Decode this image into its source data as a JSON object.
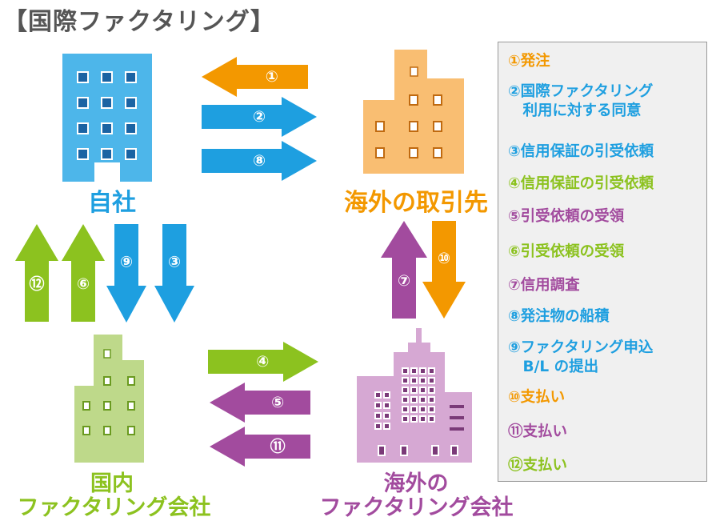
{
  "title": "【国際ファクタリング】",
  "colors": {
    "orange": "#f39800",
    "blue": "#1e9fe0",
    "green": "#8cc21f",
    "purple": "#a24b9e",
    "own_building": "#4db6ea",
    "overseas_client_building": "#f9be72",
    "domestic_factor_building": "#bed98a",
    "overseas_factor_building": "#d6a8d3"
  },
  "entities": {
    "own_company": "自社",
    "overseas_client": "海外の取引先",
    "domestic_factor_line1": "国内",
    "domestic_factor_line2": "ファクタリング会社",
    "overseas_factor_line1": "海外の",
    "overseas_factor_line2": "ファクタリング会社"
  },
  "flows": [
    {
      "num": "①",
      "color": "orange",
      "from": "海外の取引先",
      "to": "自社"
    },
    {
      "num": "②",
      "color": "blue",
      "from": "自社",
      "to": "海外の取引先"
    },
    {
      "num": "⑧",
      "color": "blue",
      "from": "自社",
      "to": "海外の取引先"
    },
    {
      "num": "⑫",
      "color": "green",
      "from": "国内ファクタリング会社",
      "to": "自社"
    },
    {
      "num": "⑥",
      "color": "green",
      "from": "国内ファクタリング会社",
      "to": "自社"
    },
    {
      "num": "⑨",
      "color": "blue",
      "from": "自社",
      "to": "国内ファクタリング会社"
    },
    {
      "num": "③",
      "color": "blue",
      "from": "自社",
      "to": "国内ファクタリング会社"
    },
    {
      "num": "⑦",
      "color": "purple",
      "from": "海外のファクタリング会社",
      "to": "海外の取引先"
    },
    {
      "num": "⑩",
      "color": "orange",
      "from": "海外の取引先",
      "to": "海外のファクタリング会社"
    },
    {
      "num": "④",
      "color": "green",
      "from": "国内ファクタリング会社",
      "to": "海外のファクタリング会社"
    },
    {
      "num": "⑤",
      "color": "purple",
      "from": "海外のファクタリング会社",
      "to": "国内ファクタリング会社"
    },
    {
      "num": "⑪",
      "color": "purple",
      "from": "海外のファクタリング会社",
      "to": "国内ファクタリング会社"
    }
  ],
  "legend": [
    {
      "lines": [
        "①発注"
      ],
      "color": "#f39800"
    },
    {
      "lines": [
        "②国際ファクタリング",
        "　利用に対する同意"
      ],
      "color": "#1e9fe0"
    },
    {
      "lines": [
        "③信用保証の引受依頼"
      ],
      "color": "#1e9fe0"
    },
    {
      "lines": [
        "④信用保証の引受依頼"
      ],
      "color": "#8cc21f"
    },
    {
      "lines": [
        "⑤引受依頼の受領"
      ],
      "color": "#a24b9e"
    },
    {
      "lines": [
        "⑥引受依頼の受領"
      ],
      "color": "#8cc21f"
    },
    {
      "lines": [
        "⑦信用調査"
      ],
      "color": "#a24b9e"
    },
    {
      "lines": [
        "⑧発注物の船積"
      ],
      "color": "#1e9fe0"
    },
    {
      "lines": [
        "⑨ファクタリング申込",
        "　B/L の提出"
      ],
      "color": "#1e9fe0"
    },
    {
      "lines": [
        "⑩支払い"
      ],
      "color": "#f39800"
    },
    {
      "lines": [
        "⑪支払い"
      ],
      "color": "#a24b9e"
    },
    {
      "lines": [
        "⑫支払い"
      ],
      "color": "#8cc21f"
    }
  ]
}
